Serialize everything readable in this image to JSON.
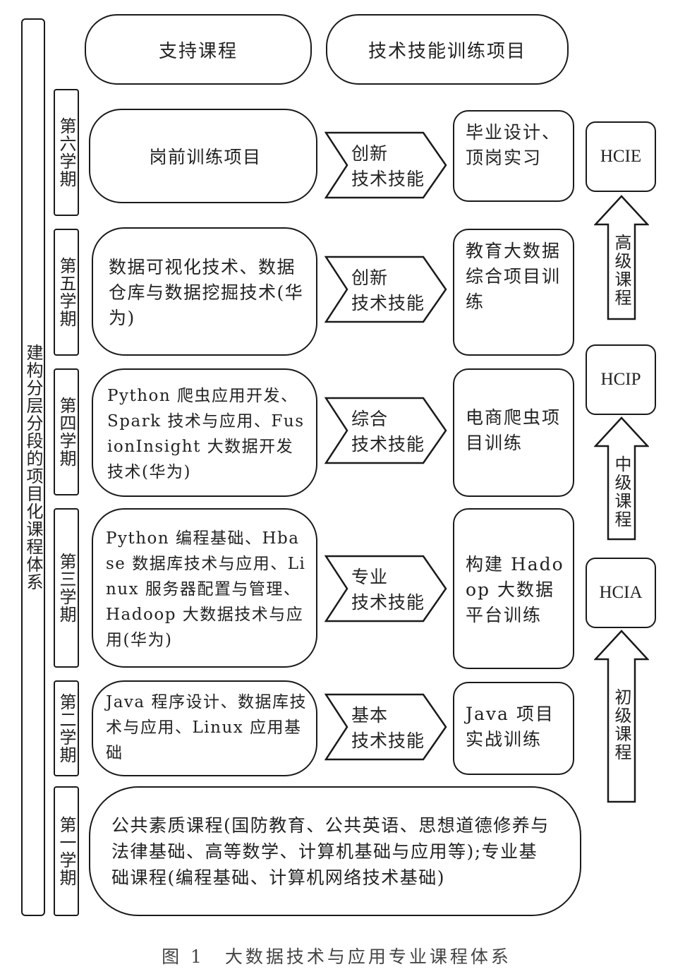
{
  "system_label": "建构分层分段的项目化课程体系",
  "headers": {
    "courses": "支持课程",
    "projects": "技术技能训练项目"
  },
  "semesters": [
    {
      "label": "第六学期",
      "course": "岗前训练项目",
      "skill": [
        "创新",
        "技术技能"
      ],
      "project": "毕业设计、顶岗实习"
    },
    {
      "label": "第五学期",
      "course": "数据可视化技术、数据仓库与数据挖掘技术(华为)",
      "skill": [
        "创新",
        "技术技能"
      ],
      "project": "教育大数据综合项目训练"
    },
    {
      "label": "第四学期",
      "course": "Python 爬虫应用开发、Spark 技术与应用、FusionInsight 大数据开发技术(华为)",
      "skill": [
        "综合",
        "技术技能"
      ],
      "project": "电商爬虫项目训练"
    },
    {
      "label": "第三学期",
      "course": "Python 编程基础、Hbase 数据库技术与应用、Linux 服务器配置与管理、Hadoop 大数据技术与应用(华为)",
      "skill": [
        "专业",
        "技术技能"
      ],
      "project": "构建 Hadoop 大数据平台训练"
    },
    {
      "label": "第二学期",
      "course": "Java 程序设计、数据库技术与应用、Linux 应用基础",
      "skill": [
        "基本",
        "技术技能"
      ],
      "project": "Java 项目实战训练"
    },
    {
      "label": "第一学期",
      "course": "公共素质课程(国防教育、公共英语、思想道德修养与法律基础、高等数学、计算机基础与应用等);专业基础课程(编程基础、计算机网络技术基础)"
    }
  ],
  "certifications": [
    {
      "name": "HCIE",
      "level": "高级课程"
    },
    {
      "name": "HCIP",
      "level": "中级课程"
    },
    {
      "name": "HCIA",
      "level": "初级课程"
    }
  ],
  "caption": "图 1　大数据技术与应用专业课程体系"
}
